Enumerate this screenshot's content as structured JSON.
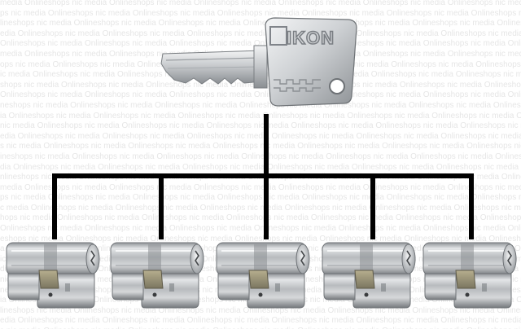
{
  "watermark": {
    "text": "media Onlineshops nic media Onlineshops nic media Onlineshops nic media Onlineshops nic media Onlineshops nic media Onlineshops nic"
  },
  "key": {
    "brand": "IKON"
  },
  "cylinders": [
    {
      "id": 1
    },
    {
      "id": 2
    },
    {
      "id": 3
    },
    {
      "id": 4
    },
    {
      "id": 5
    }
  ],
  "colors": {
    "line": "#000000",
    "metal_light": "#e9ebec",
    "metal_mid": "#b9bcbf",
    "metal_dark": "#7d8185",
    "brass": "#cfc8a6"
  }
}
